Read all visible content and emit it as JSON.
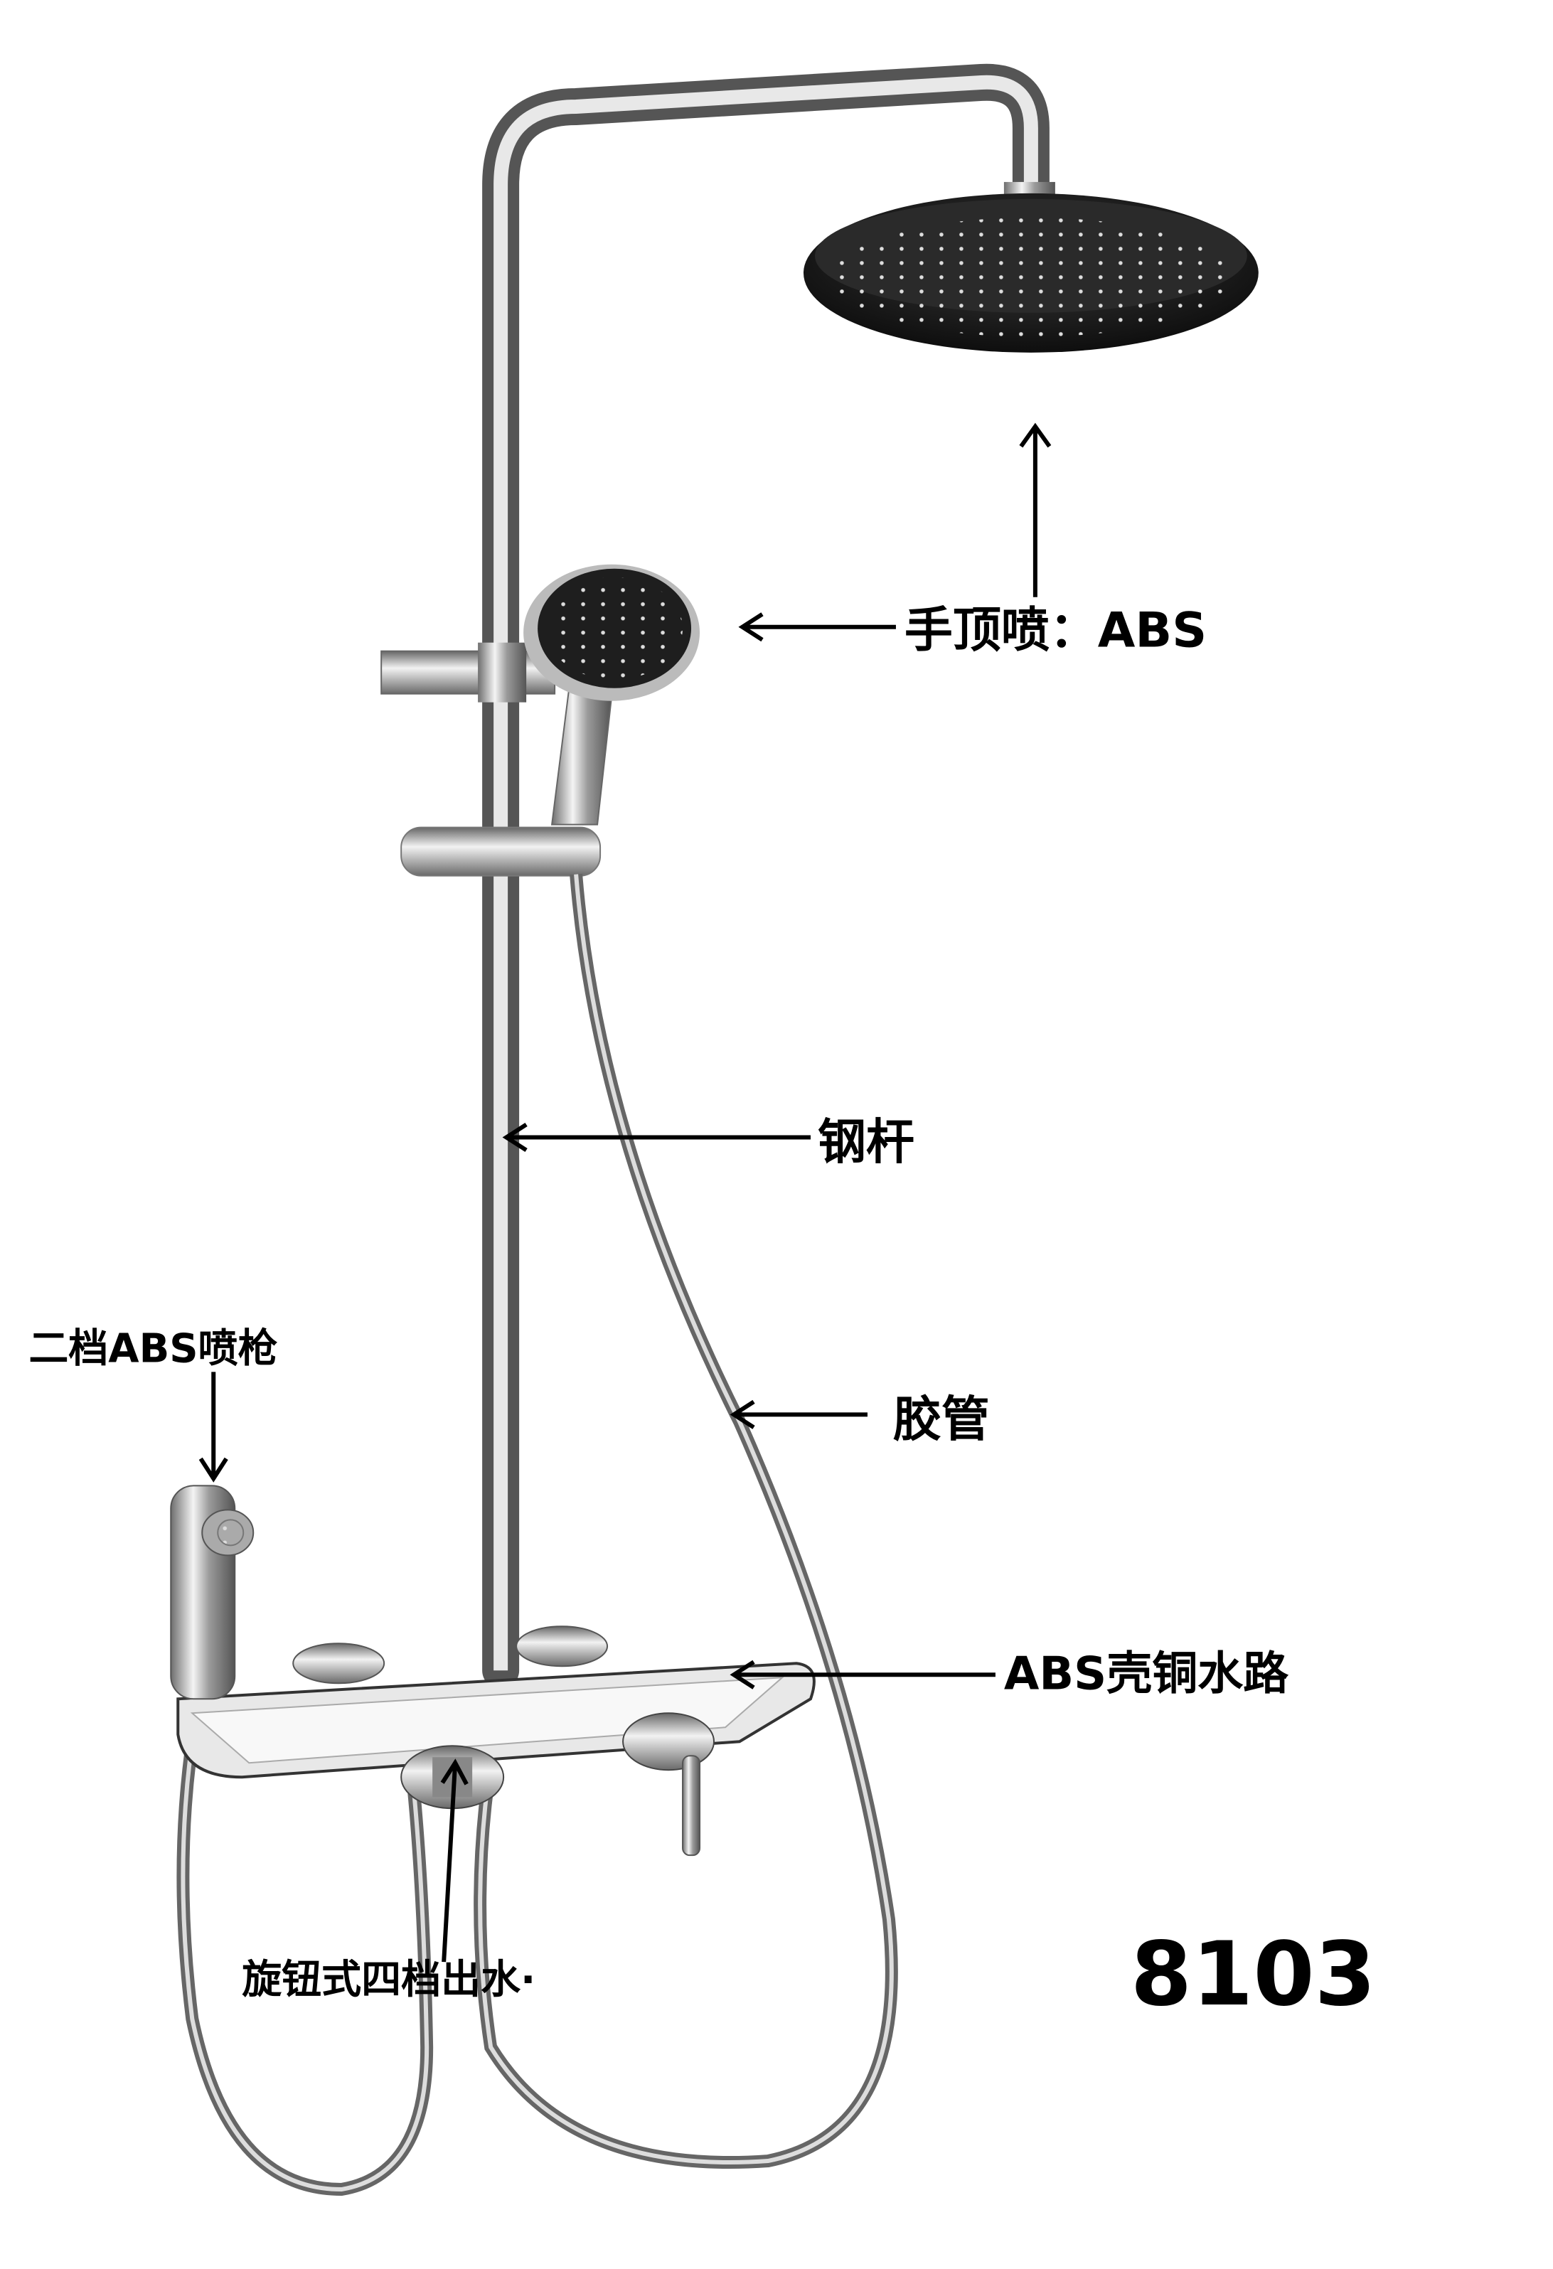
{
  "labels": {
    "overhead_shower": "手顶喷：ABS",
    "steel_rod": "钢杆",
    "sprayer": "二档ABS喷枪",
    "hose": "胶管",
    "shelf_body": "ABS壳铜水路",
    "diverter_knob": "旋钮式四档出水·"
  },
  "model_number": "8103",
  "colors": {
    "text": "#000000",
    "head": "#1a1a1a",
    "chrome": "#b8b8b8"
  }
}
